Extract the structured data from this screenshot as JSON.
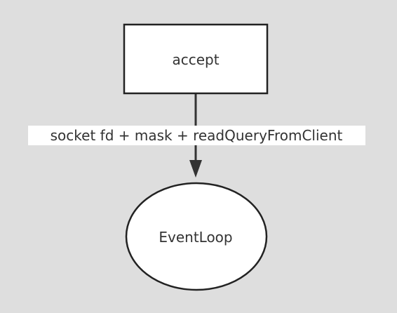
{
  "diagram": {
    "nodes": [
      {
        "id": "accept",
        "shape": "rectangle",
        "label": "accept"
      },
      {
        "id": "eventloop",
        "shape": "ellipse",
        "label": "EventLoop"
      }
    ],
    "edges": [
      {
        "from": "accept",
        "to": "eventloop",
        "label": "socket fd + mask + readQueryFromClient"
      }
    ]
  },
  "colors": {
    "background": "#dedede",
    "node_fill": "#ffffff",
    "stroke": "#222222",
    "text": "#333333",
    "edge_label_bg": "#ffffff"
  }
}
